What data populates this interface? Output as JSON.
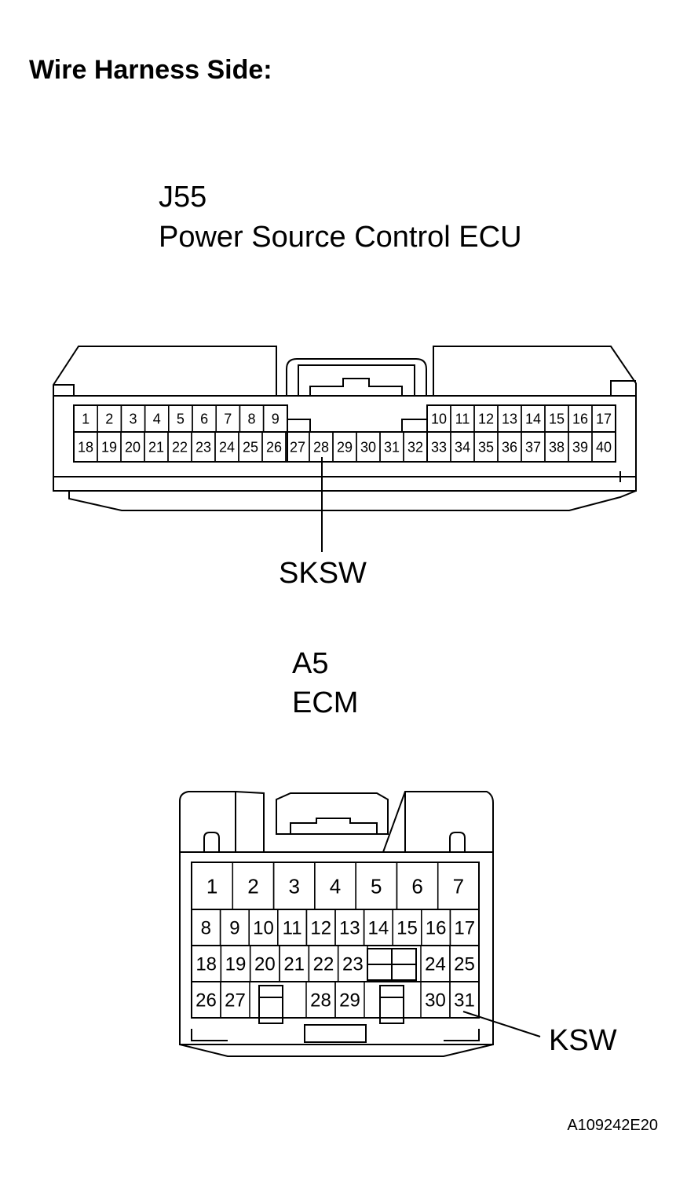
{
  "title": "Wire Harness Side:",
  "connector_j55": {
    "code": "J55",
    "name": "Power Source Control ECU",
    "top_row": [
      "1",
      "2",
      "3",
      "4",
      "5",
      "6",
      "7",
      "8",
      "9",
      "10",
      "11",
      "12",
      "13",
      "14",
      "15",
      "16",
      "17"
    ],
    "bottom_row": [
      "18",
      "19",
      "20",
      "21",
      "22",
      "23",
      "24",
      "25",
      "26",
      "27",
      "28",
      "29",
      "30",
      "31",
      "32",
      "33",
      "34",
      "35",
      "36",
      "37",
      "38",
      "39",
      "40"
    ],
    "callout": "SKSW",
    "callout_pin": "28"
  },
  "connector_a5": {
    "code": "A5",
    "name": "ECM",
    "row1": [
      "1",
      "2",
      "3",
      "4",
      "5",
      "6",
      "7"
    ],
    "row2": [
      "8",
      "9",
      "10",
      "11",
      "12",
      "13",
      "14",
      "15",
      "16",
      "17"
    ],
    "row3": [
      "18",
      "19",
      "20",
      "21",
      "22",
      "23",
      "24",
      "25"
    ],
    "row4": [
      "26",
      "27",
      "28",
      "29",
      "30",
      "31"
    ],
    "callout": "KSW",
    "callout_pin": "31"
  },
  "figure_code": "A109242E20"
}
